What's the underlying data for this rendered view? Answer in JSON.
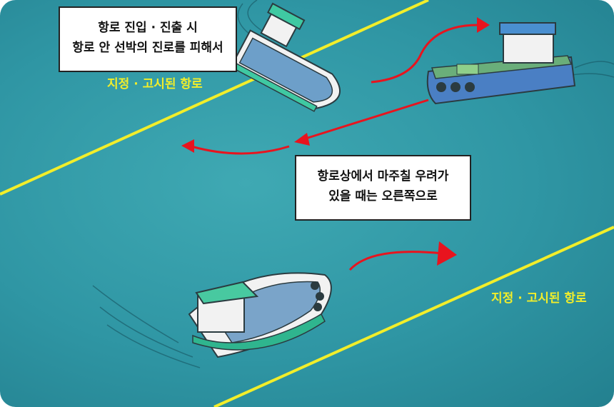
{
  "captions": {
    "top": {
      "line1": "항로 진입 · 진출 시",
      "line2": "항로 안 선박의 진로를 피해서"
    },
    "middle": {
      "line1": "항로상에서  마주칠 우려가",
      "line2": "있을 때는 오른쪽으로"
    }
  },
  "lane_labels": {
    "upper": "지정 · 고시된 항로",
    "lower": "지정 · 고시된 항로"
  },
  "colors": {
    "water": "#2f96a4",
    "lane_line": "#f2ee2a",
    "arrow": "#e8141e",
    "boat_hull": "#4a7fc4",
    "boat_deck": "#6aae7a",
    "boat_cabin": "#f2f2f2"
  }
}
